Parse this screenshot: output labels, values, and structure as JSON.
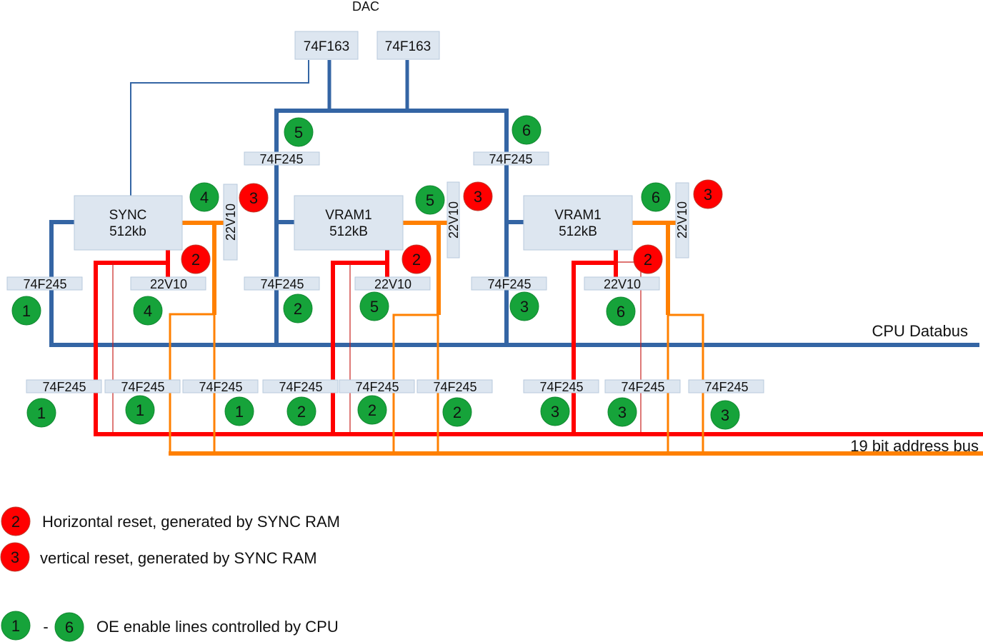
{
  "colors": {
    "data_bus": "#3465a4",
    "address_bus": "#ff0000",
    "address_bus_dark": "#c9211e",
    "orange_bus": "#ff8000",
    "oe_green": "#16a33a",
    "reset_red": "#ff0000",
    "chip_fill": "#dde6f0"
  },
  "labels": {
    "dac": "DAC",
    "cpu_databus": "CPU Databus",
    "address_bus": "19 bit address bus"
  },
  "dac_counters": [
    {
      "label": "74F163"
    },
    {
      "label": "74F163"
    }
  ],
  "memories": [
    {
      "name": "SYNC",
      "size": "512kb"
    },
    {
      "name": "VRAM1",
      "size": "512kB"
    },
    {
      "name": "VRAM1",
      "size": "512kB"
    }
  ],
  "upper_buffers": [
    {
      "label": "74F245",
      "oe": "5"
    },
    {
      "label": "74F245",
      "oe": "6"
    }
  ],
  "vertical_gals": [
    {
      "label": "22V10",
      "oe": "4",
      "reset": "3"
    },
    {
      "label": "22V10",
      "oe": "5",
      "reset": "3"
    },
    {
      "label": "22V10",
      "oe": "6",
      "reset": "3"
    }
  ],
  "middle_row": [
    {
      "label": "74F245",
      "oe": "1"
    },
    {
      "label": "22V10",
      "oe": "4",
      "reset": "2"
    },
    {
      "label": "74F245",
      "oe": "2"
    },
    {
      "label": "22V10",
      "oe": "5",
      "reset": "2"
    },
    {
      "label": "74F245",
      "oe": "3"
    },
    {
      "label": "22V10",
      "oe": "6",
      "reset": "2"
    }
  ],
  "lower_buffers": [
    {
      "label": "74F245",
      "oe": "1"
    },
    {
      "label": "74F245",
      "oe": "1"
    },
    {
      "label": "74F245",
      "oe": "1"
    },
    {
      "label": "74F245",
      "oe": "2"
    },
    {
      "label": "74F245",
      "oe": "2"
    },
    {
      "label": "74F245",
      "oe": "2"
    },
    {
      "label": "74F245",
      "oe": "3"
    },
    {
      "label": "74F245",
      "oe": "3"
    },
    {
      "label": "74F245",
      "oe": "3"
    }
  ],
  "legend": [
    {
      "badges": [
        "2"
      ],
      "color": "red",
      "text": "Horizontal reset, generated by SYNC RAM"
    },
    {
      "badges": [
        "3"
      ],
      "color": "red",
      "text": "vertical reset, generated by SYNC RAM"
    },
    {
      "badges": [
        "1",
        "6"
      ],
      "separator": "-",
      "color": "green",
      "text": "OE enable lines controlled by CPU"
    }
  ]
}
